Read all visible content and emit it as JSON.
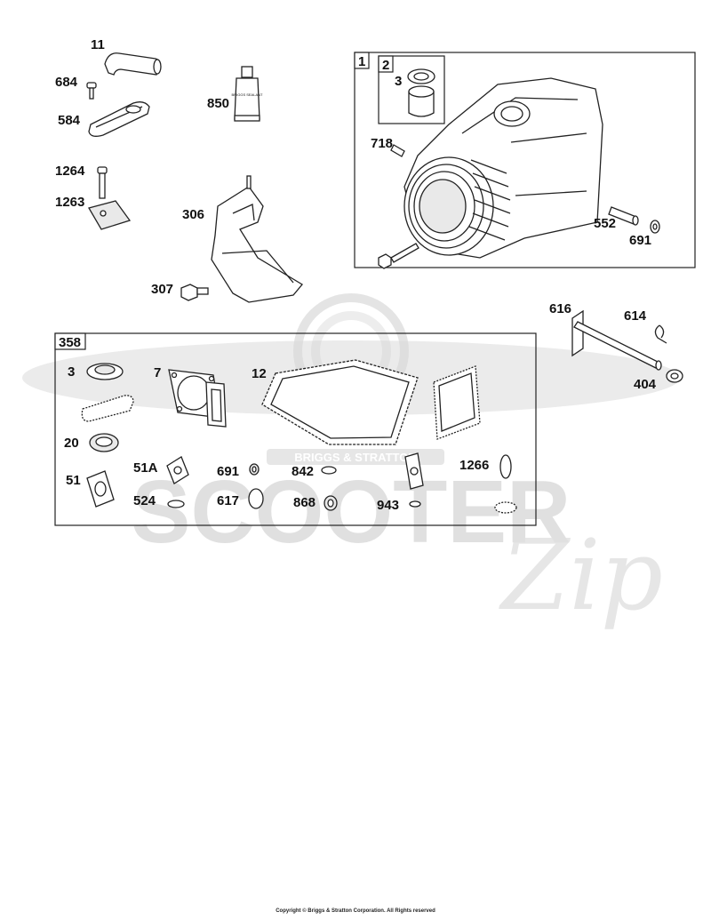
{
  "diagram": {
    "callouts": {
      "p11": "11",
      "p684": "684",
      "p584": "584",
      "p850": "850",
      "p1264": "1264",
      "p1263": "1263",
      "p306": "306",
      "p307": "307",
      "p1": "1",
      "p2": "2",
      "p3top": "3",
      "p718": "718",
      "p552": "552",
      "p691top": "691",
      "p616": "616",
      "p614": "614",
      "p404": "404",
      "p358": "358",
      "p3": "3",
      "p7": "7",
      "p12": "12",
      "p20": "20",
      "p51": "51",
      "p51a": "51A",
      "p524": "524",
      "p691": "691",
      "p617": "617",
      "p842": "842",
      "p868": "868",
      "p943": "943",
      "p1266": "1266"
    },
    "sealant_tube_text": "BRIGGS SEALANT",
    "watermark": {
      "brand": "BRIGGS & STRATTON",
      "main": "SCOOTER",
      "script": "Zip"
    },
    "copyright": "Copyright © Briggs & Stratton Corporation. All Rights reserved"
  }
}
